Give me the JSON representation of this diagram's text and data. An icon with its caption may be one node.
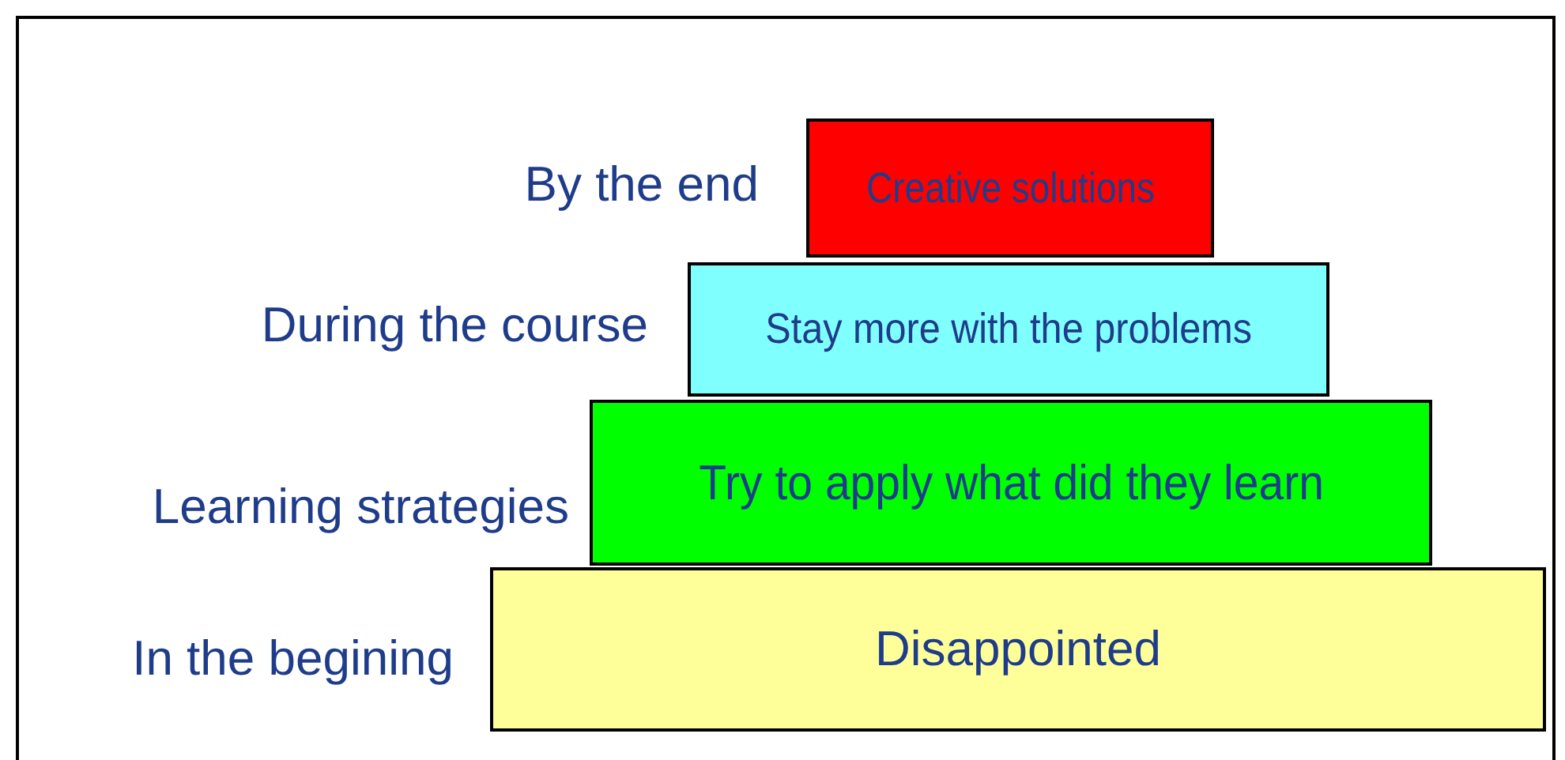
{
  "diagram": {
    "nodes": [
      {
        "text": [
          "Creative solutions"
        ],
        "beside": [
          "By the end"
        ]
      },
      {
        "text": [
          "Stay more with the problems"
        ],
        "beside": [
          "During the course"
        ]
      },
      {
        "text": [
          "Try to apply what did they learn"
        ],
        "beside": [
          "Learning strategies"
        ]
      },
      {
        "text": [
          "Disappointed"
        ],
        "beside": [
          "In the begining"
        ]
      }
    ]
  }
}
